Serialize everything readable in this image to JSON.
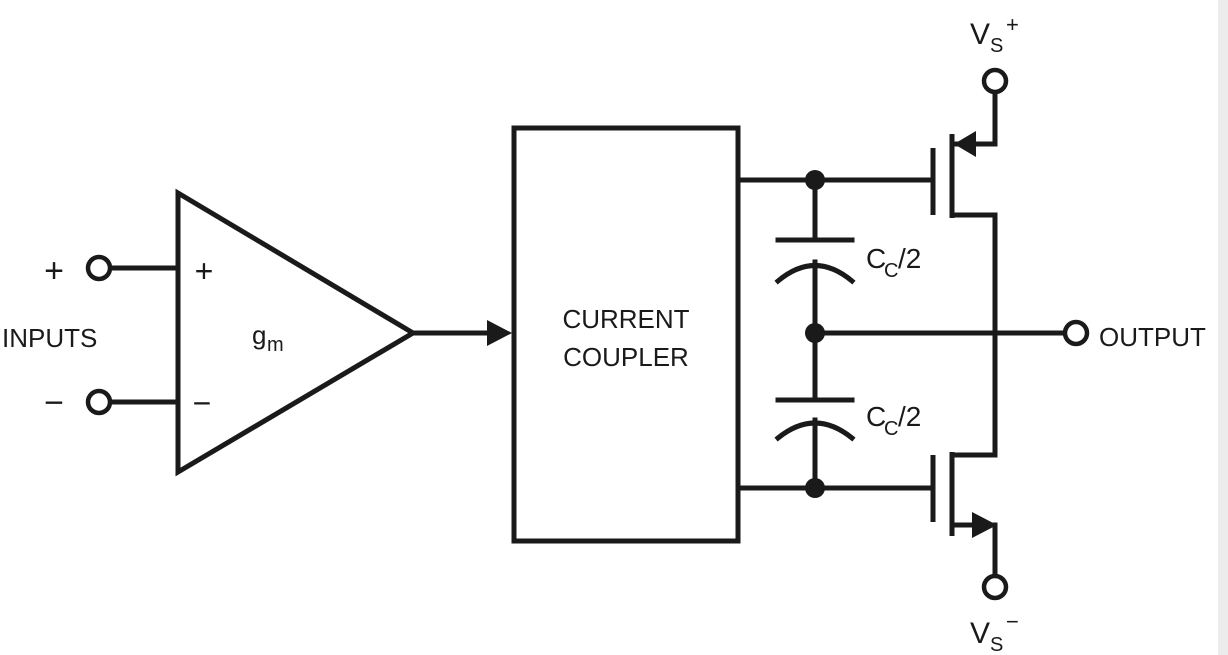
{
  "labels": {
    "plus_input": "+",
    "minus_input": "−",
    "inputs": "INPUTS",
    "amp_plus": "+",
    "amp_minus": "−",
    "gm_main": "g",
    "gm_sub": "m",
    "coupler_line1": "CURRENT",
    "coupler_line2": "COUPLER",
    "cap_top_main": "C",
    "cap_top_sub": "C",
    "cap_top_suffix": "/2",
    "cap_bot_main": "C",
    "cap_bot_sub": "C",
    "cap_bot_suffix": "/2",
    "output": "OUTPUT",
    "vs_plus_main": "V",
    "vs_plus_sub": "S",
    "vs_plus_sup": "+",
    "vs_minus_main": "V",
    "vs_minus_sub": "S",
    "vs_minus_sup": "−"
  }
}
